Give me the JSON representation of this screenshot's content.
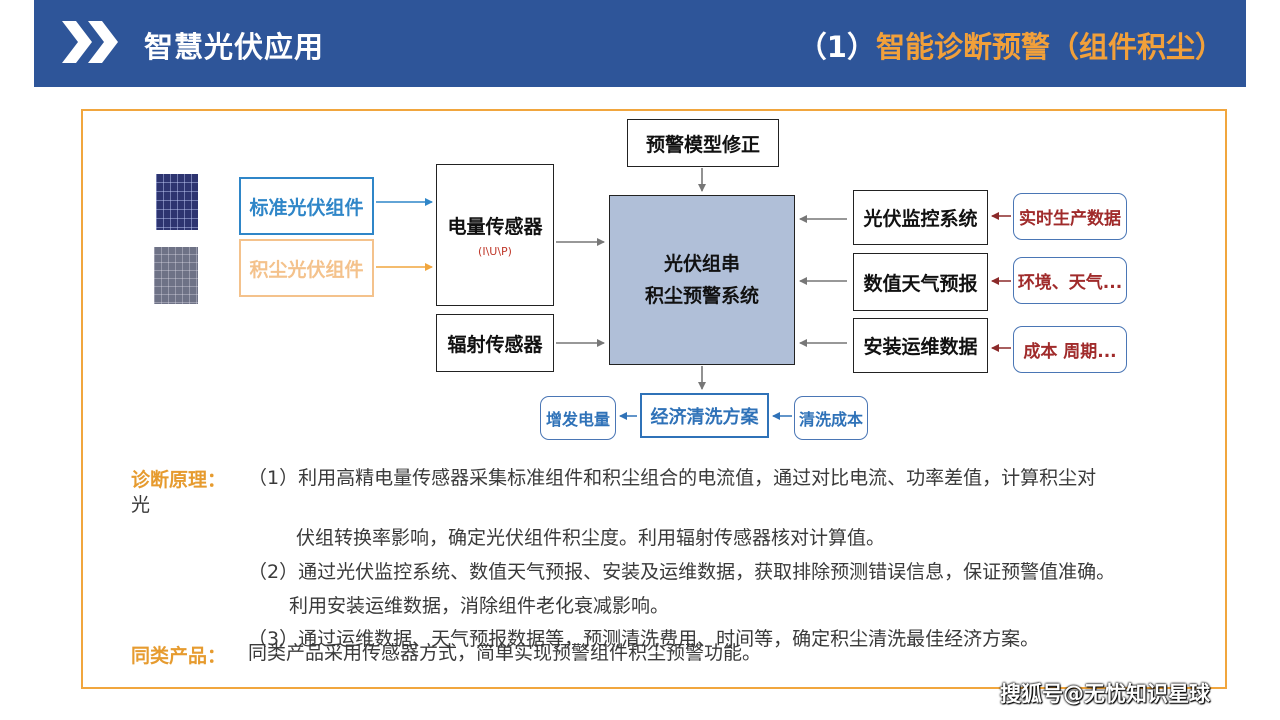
{
  "header": {
    "title": "智慧光伏应用",
    "section_number": "（1）",
    "section_title": "智能诊断预警（组件积尘）"
  },
  "diagram": {
    "standard_module": "标准光伏组件",
    "dusty_module": "积尘光伏组件",
    "power_sensor": "电量传感器",
    "power_sensor_note": "(I\\U\\P)",
    "radiation_sensor": "辐射传感器",
    "model_correction": "预警模型修正",
    "core_line1": "光伏组串",
    "core_line2": "积尘预警系统",
    "monitoring_system": "光伏监控系统",
    "weather_forecast": "数值天气预报",
    "installation_data": "安装运维数据",
    "realtime_data": "实时生产数据",
    "environment": "环境、天气...",
    "cost_cycle": "成本  周期...",
    "power_gain": "增发电量",
    "cleaning_plan": "经济清洗方案",
    "cleaning_cost": "清洗成本"
  },
  "body": {
    "principle_label": "诊断原理：",
    "line1a": "（1）利用高精电量传感器采集标准组件和积尘组合的电流值，通过对比电流、功率差值，计算积尘对",
    "line1b": "光",
    "line2": "伏组转换率影响，确定光伏组件积尘度。利用辐射传感器核对计算值。",
    "line3": "（2）通过光伏监控系统、数值天气预报、安装及运维数据，获取排除预测错误信息，保证预警值准确。",
    "line4": "利用安装运维数据，消除组件老化衰减影响。",
    "line5": "（3）通过运维数据、天气预报数据等，预测清洗费用、时间等，确定积尘清洗最佳经济方案。",
    "similar_label": "同类产品：",
    "similar_text": "同类产品采用传感器方式，简单实现预警组件积尘预警功能。"
  },
  "watermark": "搜狐号@无忧知识星球",
  "colors": {
    "header_bg": "#2e5599",
    "accent_orange": "#f1a63e",
    "core_fill": "#b0bfd8",
    "blue_text": "#2f72b8",
    "red_text": "#a02b2b"
  }
}
